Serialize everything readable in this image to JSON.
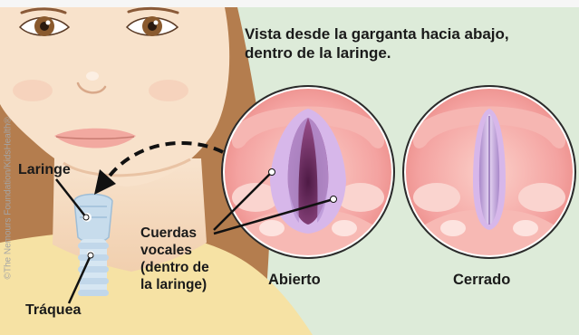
{
  "title": {
    "line1": "Vista desde la garganta hacia abajo,",
    "line2": "dentro de la laringe."
  },
  "labels": {
    "larynx": "Laringe",
    "trachea": "Tráquea",
    "vocal_cords": [
      "Cuerdas",
      "vocales",
      "(dentro de",
      "la laringe)"
    ],
    "open": "Abierto",
    "closed": "Cerrado"
  },
  "credit": "©The Nemours Foundation/KidsHealth®",
  "colors": {
    "background": "#ddebd9",
    "skin": "#f6dcc1",
    "hair": "#b47d4e",
    "shirt": "#f5e2a2",
    "throat_tissue": "#f39a97",
    "vocal_cord": "#c6a3dd",
    "airway": "#6b2a5b",
    "larynx_illustration": "#c7dcec"
  }
}
